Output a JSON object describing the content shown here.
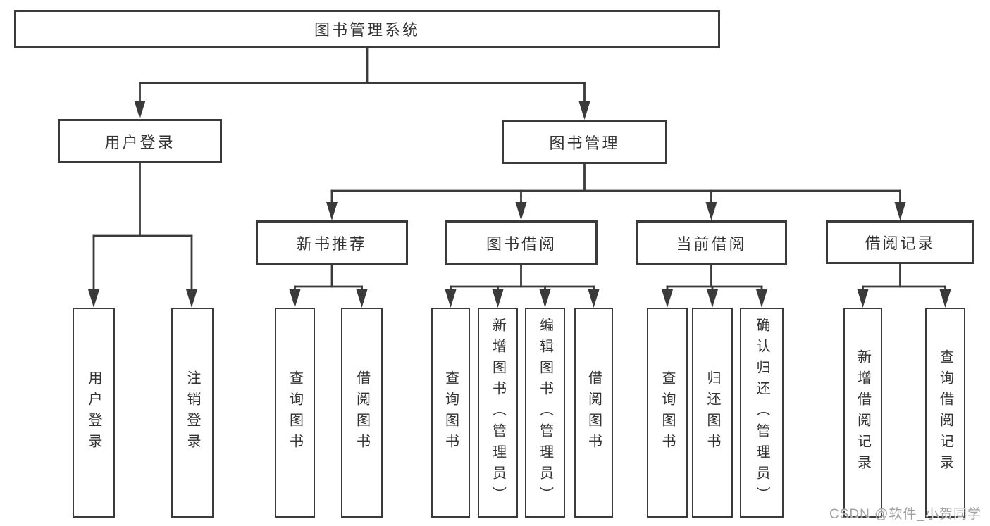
{
  "colors": {
    "line": "#3a3a3a",
    "text": "#333333",
    "watermark": "#a2a2a2",
    "background": "#ffffff"
  },
  "nodes": {
    "root": {
      "label": "图书管理系统"
    },
    "user_login": {
      "label": "用户登录"
    },
    "book_management": {
      "label": "图书管理"
    },
    "new_book_recommend": {
      "label": "新书推荐"
    },
    "book_borrowing": {
      "label": "图书借阅"
    },
    "current_borrowing": {
      "label": "当前借阅"
    },
    "borrowing_records": {
      "label": "借阅记录"
    },
    "leaves": [
      {
        "label": "用户登录"
      },
      {
        "label": "注销登录"
      },
      {
        "label": "查询图书"
      },
      {
        "label": "借阅图书"
      },
      {
        "label": "查询图书"
      },
      {
        "label": "新增图书（管理员）"
      },
      {
        "label": "编辑图书（管理员）"
      },
      {
        "label": "借阅图书"
      },
      {
        "label": "查询图书"
      },
      {
        "label": "归还图书"
      },
      {
        "label": "确认归还（管理员）"
      },
      {
        "label": "新增借阅记录"
      },
      {
        "label": "查询借阅记录"
      }
    ]
  },
  "watermark": {
    "text": "CSDN @软件_小贺同学"
  }
}
